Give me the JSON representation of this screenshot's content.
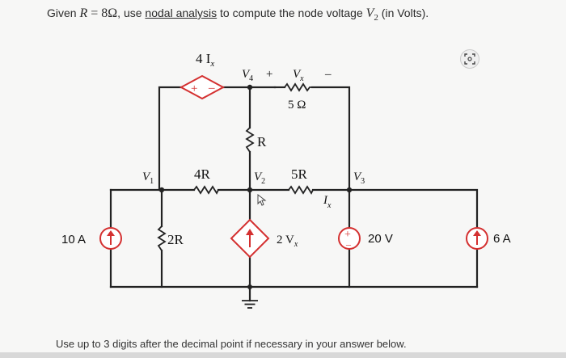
{
  "question": {
    "prefix": "Given ",
    "r_sym": "R",
    "equals": " = 8",
    "ohm": "Ω",
    "mid": ", use ",
    "method": "nodal analysis",
    "suffix_a": " to compute the node voltage ",
    "v_sym": "V",
    "v_sub": "2",
    "suffix_b": " (in Volts)."
  },
  "circuit": {
    "dep_vsrc_label_main": "4 I",
    "dep_vsrc_label_sub": "x",
    "node_v4": "V",
    "node_v4_sub": "4",
    "vx_plus": "+",
    "vx_main": "V",
    "vx_sub": "x",
    "vx_minus": "–",
    "r_top": "5 Ω",
    "r_middle_vert": "R",
    "node_v1": "V",
    "node_v1_sub": "1",
    "r_left_mid": "4R",
    "node_v2": "V",
    "node_v2_sub": "2",
    "r_right_mid": "5R",
    "node_v3": "V",
    "node_v3_sub": "3",
    "ix_main": "I",
    "ix_sub": "x",
    "src_left": "10 A",
    "r_left_bottom": "2R",
    "dep_isrc_label_main": "2 V",
    "dep_isrc_label_sub": "x",
    "src_20v": "20 V",
    "src_6a": "6 A",
    "dep_vsrc_plus": "+",
    "dep_vsrc_minus": "–",
    "vsrc_plus": "+",
    "vsrc_minus": "–"
  },
  "footer": "Use up to 3 digits after the decimal point if necessary in your answer below.",
  "icons": {
    "expand": "expand-icon",
    "cursor": "pointer-cursor-icon"
  }
}
